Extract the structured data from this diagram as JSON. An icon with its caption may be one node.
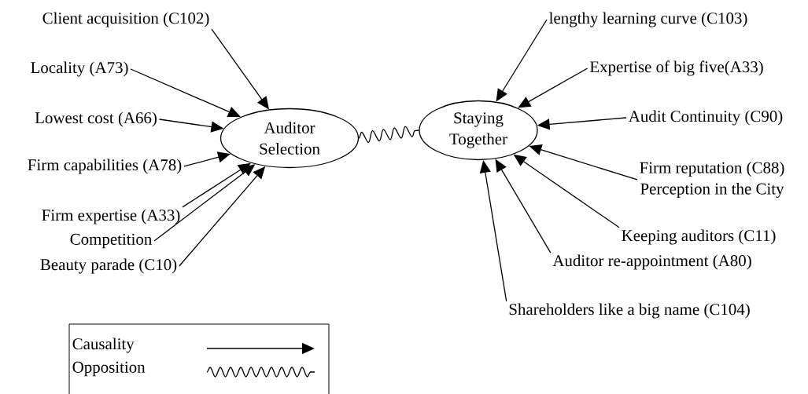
{
  "diagram": {
    "nodes": [
      {
        "text": [
          "Auditor Selection"
        ]
      },
      {
        "text": [
          "Staying Together"
        ]
      },
      {
        "text": [
          "Client acquisition (C102)"
        ]
      },
      {
        "text": [
          "Locality (A73)"
        ]
      },
      {
        "text": [
          "Lowest cost (A66)"
        ]
      },
      {
        "text": [
          "Firm capabilities (A78)"
        ]
      },
      {
        "text": [
          "Firm expertise (A33)"
        ]
      },
      {
        "text": [
          "Competition"
        ]
      },
      {
        "text": [
          "Beauty parade (C10)"
        ]
      },
      {
        "text": [
          "lengthy learning curve (C103)"
        ]
      },
      {
        "text": [
          "Expertise of big five(A33)"
        ]
      },
      {
        "text": [
          "Audit Continuity (C90)"
        ]
      },
      {
        "text": [
          "Firm reputation (C88)",
          "Perception in the City"
        ]
      },
      {
        "text": [
          "Keeping auditors (C11)"
        ]
      },
      {
        "text": [
          "Auditor re-appointment (A80)"
        ]
      },
      {
        "text": [
          "Shareholders like a big name (C104)"
        ]
      }
    ],
    "edges": [
      {
        "from": 2,
        "to": 0,
        "arrow": "to"
      },
      {
        "from": 3,
        "to": 0,
        "arrow": "to"
      },
      {
        "from": 4,
        "to": 0,
        "arrow": "to"
      },
      {
        "from": 5,
        "to": 0,
        "arrow": "to"
      },
      {
        "from": 6,
        "to": 0,
        "arrow": "to"
      },
      {
        "from": 7,
        "to": 0,
        "arrow": "to"
      },
      {
        "from": 8,
        "to": 0,
        "arrow": "to"
      },
      {
        "from": 0,
        "to": 1,
        "arrow": "none"
      },
      {
        "from": 9,
        "to": 1,
        "arrow": "to"
      },
      {
        "from": 10,
        "to": 1,
        "arrow": "to"
      },
      {
        "from": 11,
        "to": 1,
        "arrow": "to"
      },
      {
        "from": 12,
        "to": 1,
        "arrow": "to"
      },
      {
        "from": 13,
        "to": 1,
        "arrow": "to"
      },
      {
        "from": 14,
        "to": 1,
        "arrow": "to"
      },
      {
        "from": 15,
        "to": 1,
        "arrow": "to"
      }
    ],
    "legend": [
      {
        "text": "Causality"
      },
      {
        "text": "Opposition"
      }
    ]
  }
}
